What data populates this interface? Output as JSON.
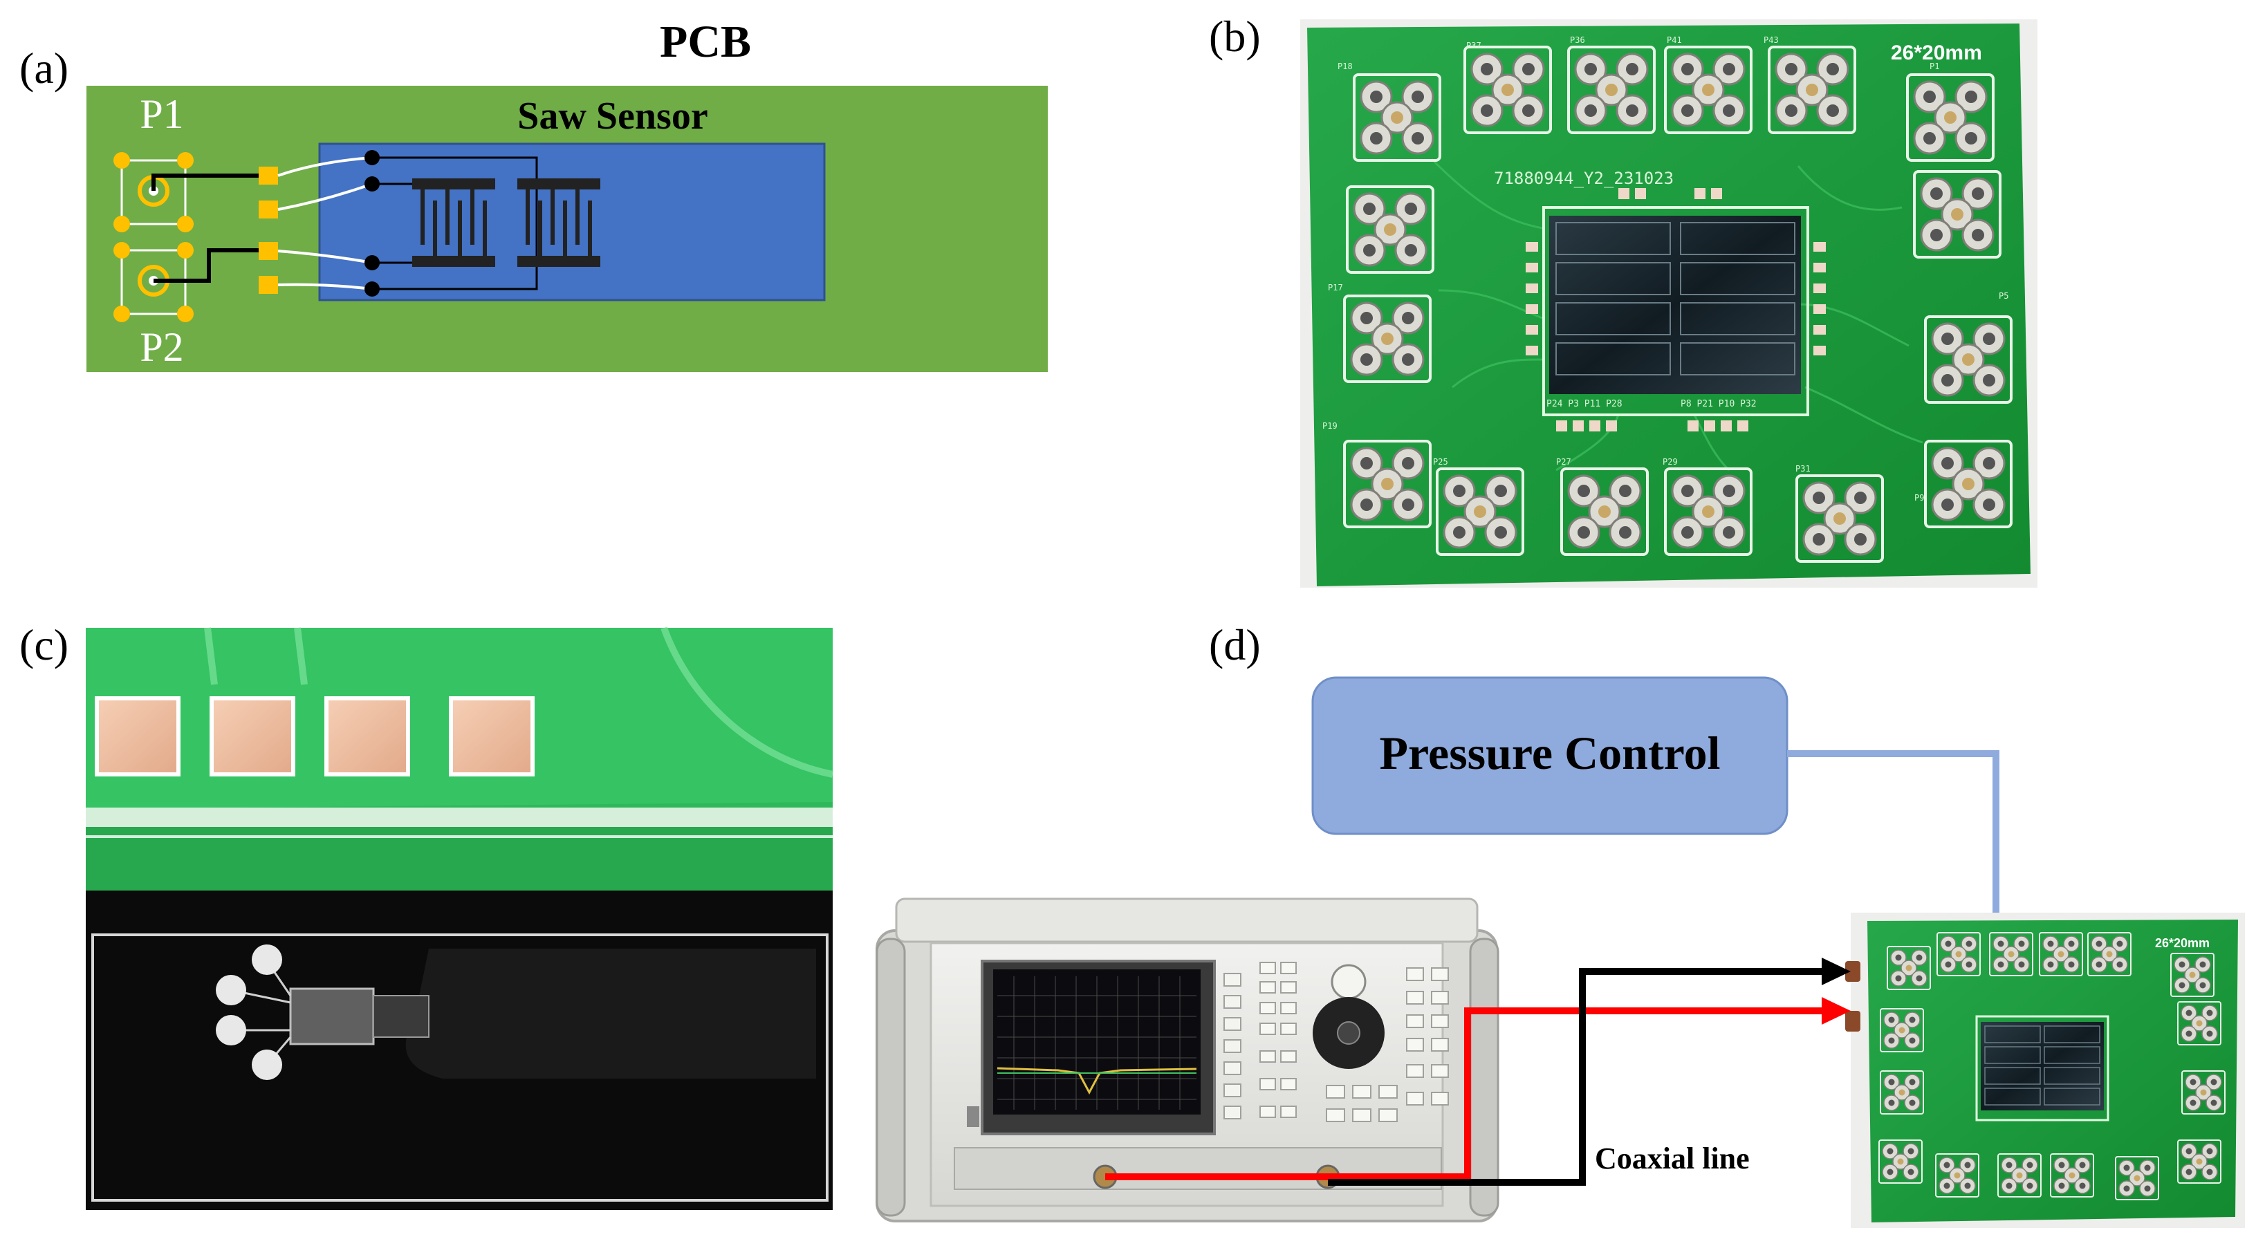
{
  "panels": {
    "a": {
      "label": "(a)",
      "pcb_title": "PCB",
      "sensor_label": "Saw Sensor",
      "port1_label": "P1",
      "port2_label": "P2"
    },
    "b": {
      "label": "(b)",
      "board_dim_text": "26*20mm",
      "board_id_text": "71880944_Y2_231023",
      "chip_labels": [
        "P24 P3 P11 P28",
        "P8 P21 P10 P32"
      ],
      "pad_labels": [
        "P37",
        "P36",
        "P41",
        "P43",
        "P1",
        "P18",
        "P5",
        "P17",
        "P19",
        "P25",
        "P27",
        "P29",
        "P31",
        "P9"
      ]
    },
    "c": {
      "label": "(c)"
    },
    "d": {
      "label": "(d)",
      "pressure_control_label": "Pressure Control",
      "coaxial_label": "Coaxial line",
      "board_dim_text": "26*20mm"
    }
  },
  "colors": {
    "pcb_green": "#70ad47",
    "sensor_blue": "#4472c4",
    "pad_yellow": "#ffc000",
    "pressure_box": "#8faadc",
    "arrow_blue": "#8faadc",
    "cable_black": "#000000",
    "cable_red": "#ff0000",
    "board_photo_green": "#1a9a3a"
  }
}
